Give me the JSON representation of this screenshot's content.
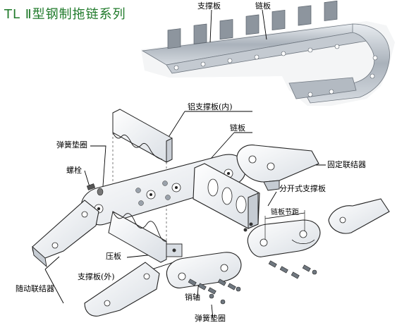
{
  "title": "TL Ⅱ型钢制拖链系列",
  "labels": {
    "support_plate_top": "支撑板",
    "chain_plate_top": "链板",
    "aluminum_support_inner": "铝支撑板(内)",
    "chain_plate": "链板",
    "spring_washer_top": "弹簧垫圈",
    "bolt": "螺栓",
    "fixed_connector": "固定联结器",
    "split_support_plate": "分开式支撑板",
    "chain_pitch": "链板节距",
    "press_plate": "压板",
    "support_plate_outer": "支撑板(外)",
    "moving_connector": "随动联结器",
    "pin_shaft": "销轴",
    "spring_washer_bottom": "弹簧垫圈"
  },
  "colors": {
    "title": "#1f7a2a",
    "part_fill": "#ffffff",
    "part_shade": "#dfe3e8",
    "outline": "#222222",
    "chain_metal": "#b9c0c8"
  }
}
